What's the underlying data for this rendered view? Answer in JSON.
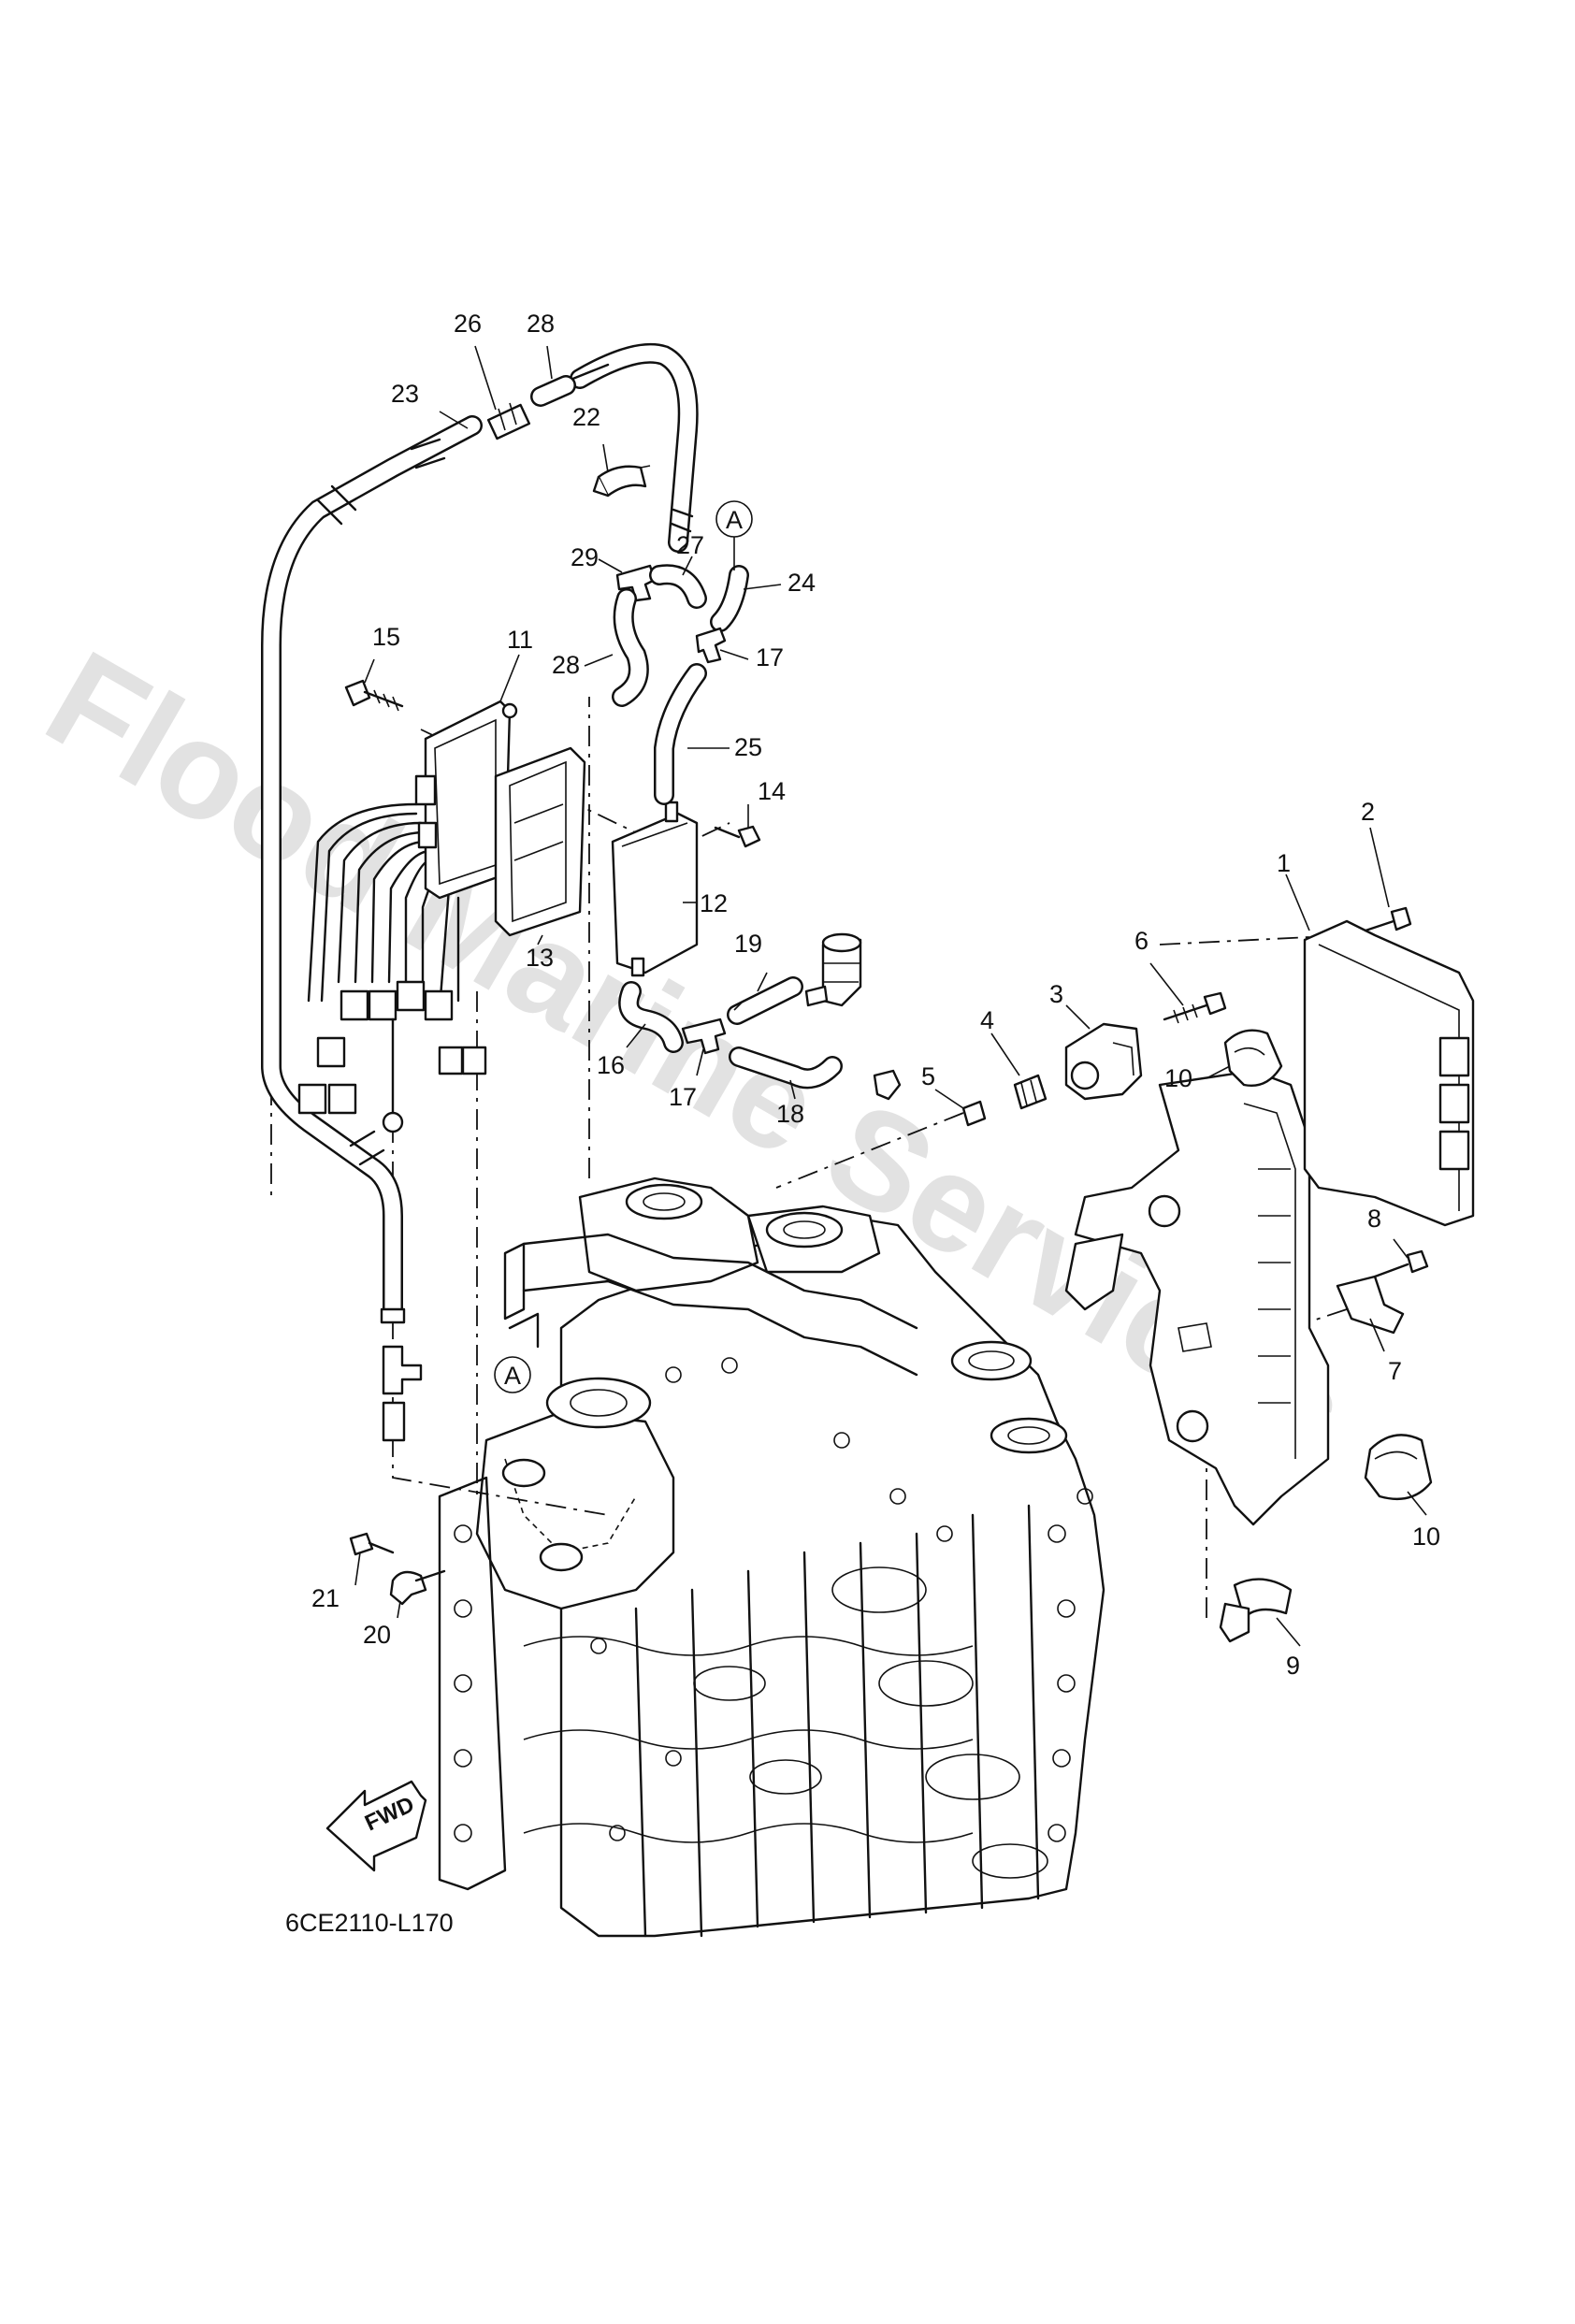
{
  "watermark": "Flood Marine Services",
  "diagram_code": "6CE2110-L170",
  "direction_label": "FWD",
  "reference_mark": "A",
  "callouts": [
    {
      "id": "c1",
      "label": "1"
    },
    {
      "id": "c2",
      "label": "2"
    },
    {
      "id": "c3",
      "label": "3"
    },
    {
      "id": "c4",
      "label": "4"
    },
    {
      "id": "c5",
      "label": "5"
    },
    {
      "id": "c6",
      "label": "6"
    },
    {
      "id": "c7",
      "label": "7"
    },
    {
      "id": "c8",
      "label": "8"
    },
    {
      "id": "c9",
      "label": "9"
    },
    {
      "id": "c10a",
      "label": "10"
    },
    {
      "id": "c10b",
      "label": "10"
    },
    {
      "id": "c11",
      "label": "11"
    },
    {
      "id": "c12",
      "label": "12"
    },
    {
      "id": "c13",
      "label": "13"
    },
    {
      "id": "c14",
      "label": "14"
    },
    {
      "id": "c15",
      "label": "15"
    },
    {
      "id": "c16",
      "label": "16"
    },
    {
      "id": "c17a",
      "label": "17"
    },
    {
      "id": "c17b",
      "label": "17"
    },
    {
      "id": "c18",
      "label": "18"
    },
    {
      "id": "c19",
      "label": "19"
    },
    {
      "id": "c20",
      "label": "20"
    },
    {
      "id": "c21",
      "label": "21"
    },
    {
      "id": "c22",
      "label": "22"
    },
    {
      "id": "c23",
      "label": "23"
    },
    {
      "id": "c24",
      "label": "24"
    },
    {
      "id": "c25",
      "label": "25"
    },
    {
      "id": "c26",
      "label": "26"
    },
    {
      "id": "c27",
      "label": "27"
    },
    {
      "id": "c28a",
      "label": "28"
    },
    {
      "id": "c28b",
      "label": "28"
    },
    {
      "id": "c29",
      "label": "29"
    }
  ]
}
